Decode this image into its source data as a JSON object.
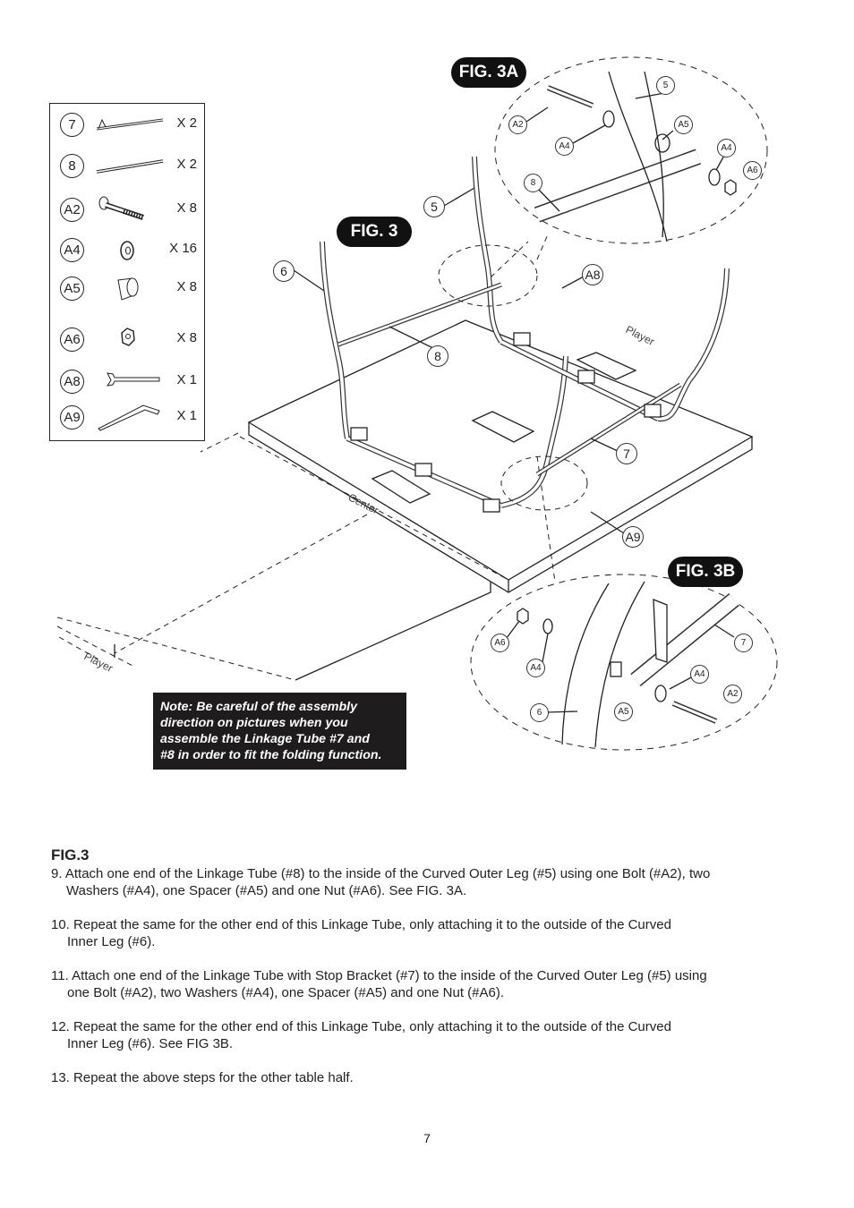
{
  "parts": [
    {
      "label": "7",
      "qty": "X 2",
      "icon": "linkage-tube-with-bracket"
    },
    {
      "label": "8",
      "qty": "X 2",
      "icon": "linkage-tube"
    },
    {
      "label": "A2",
      "qty": "X 8",
      "icon": "bolt"
    },
    {
      "label": "A4",
      "qty": "X 16",
      "icon": "washer"
    },
    {
      "label": "A5",
      "qty": "X 8",
      "icon": "spacer"
    },
    {
      "label": "A6",
      "qty": "X 8",
      "icon": "nut"
    },
    {
      "label": "A8",
      "qty": "X 1",
      "icon": "wrench"
    },
    {
      "label": "A9",
      "qty": "X 1",
      "icon": "allen-key"
    }
  ],
  "figures": {
    "fig3": "FIG. 3",
    "fig3a": "FIG. 3A",
    "fig3b": "FIG. 3B"
  },
  "callouts": {
    "main": {
      "c5": "5",
      "c6": "6",
      "c8": "8",
      "c7": "7",
      "cA8": "A8",
      "cA9": "A9"
    },
    "fig3a": {
      "c5": "5",
      "cA2": "A2",
      "cA5": "A5",
      "cA4a": "A4",
      "cA4b": "A4",
      "cA6": "A6",
      "c8": "8"
    },
    "fig3b": {
      "cA6": "A6",
      "cA4a": "A4",
      "c6": "6",
      "cA5": "A5",
      "c7": "7",
      "cA4b": "A4",
      "cA2": "A2"
    }
  },
  "diagram_labels": {
    "player_top": "Player",
    "center": "Center",
    "player_bottom": "Player"
  },
  "note": {
    "lines": [
      "Note: Be careful of the assembly",
      "direction on pictures when you",
      "assemble the Linkage Tube #7 and",
      "#8 in order to fit the folding function."
    ]
  },
  "instructions": {
    "heading": "FIG.3",
    "steps": [
      {
        "line1": "9. Attach one end of the Linkage Tube (#8) to the inside of the Curved Outer Leg (#5) using one Bolt (#A2), two",
        "line2": "Washers (#A4), one Spacer (#A5) and one Nut (#A6). See FIG. 3A."
      },
      {
        "line1": "10. Repeat the same for the other end of this Linkage Tube, only attaching it to the outside of the Curved",
        "line2": "Inner Leg (#6)."
      },
      {
        "line1": "11. Attach one end of the Linkage Tube with Stop Bracket (#7) to the inside of the Curved Outer Leg (#5) using",
        "line2": "one Bolt (#A2), two Washers (#A4), one Spacer (#A5) and one Nut (#A6)."
      },
      {
        "line1": "12. Repeat the same for the other end of this Linkage Tube, only attaching it to the outside of the Curved",
        "line2": "Inner Leg (#6). See FIG 3B."
      },
      {
        "line1": "13. Repeat the above steps for the other table half.",
        "line2": ""
      }
    ]
  },
  "page_number": "7"
}
